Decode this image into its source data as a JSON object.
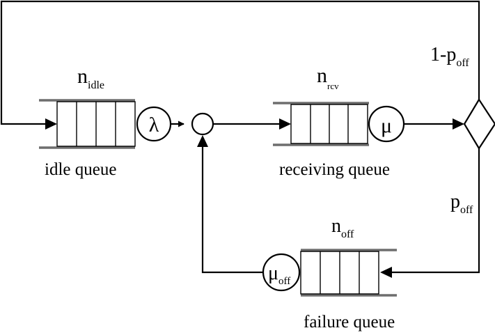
{
  "diagram": {
    "idle_queue": {
      "name_main": "n",
      "name_sub": "idle",
      "caption": "idle queue",
      "server_symbol": "λ"
    },
    "receiving_queue": {
      "name_main": "n",
      "name_sub": "rcv",
      "caption": "receiving queue",
      "server_symbol": "μ"
    },
    "failure_queue": {
      "name_main": "n",
      "name_sub": "off",
      "caption": "failure queue",
      "server_main": "μ",
      "server_sub": "off"
    },
    "branch": {
      "upper_prefix": "1-p",
      "upper_sub": "off",
      "lower_main": "p",
      "lower_sub": "off"
    },
    "colors": {
      "line": "#000000",
      "queue_rail": "#6e6e6e",
      "background": "#ffffff"
    }
  }
}
